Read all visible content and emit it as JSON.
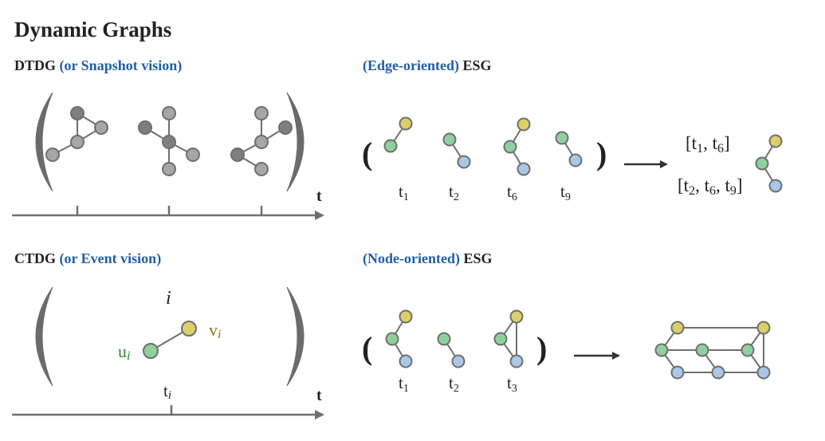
{
  "title": "Dynamic Graphs",
  "dtdg": {
    "main": "DTDG",
    "paren": "(or Snapshot vision)"
  },
  "ctdg": {
    "main": "CTDG",
    "paren": "(or Event vision)"
  },
  "esg_edge": {
    "paren": "(Edge-oriented)",
    "main": "ESG"
  },
  "esg_node": {
    "paren": "(Node-oriented)",
    "main": "ESG"
  },
  "axis_label": "t",
  "edge_times": [
    "t",
    "t",
    "t",
    "t"
  ],
  "edge_subs": [
    "1",
    "2",
    "6",
    "9"
  ],
  "node_times": [
    "t",
    "t",
    "t"
  ],
  "node_subs": [
    "1",
    "2",
    "3"
  ],
  "merged_top": {
    "open": "[t",
    "s1": "1",
    "mid": ", t",
    "s2": "6",
    "close": "]"
  },
  "merged_bottom": {
    "open": "[t",
    "s1": "2",
    "m1": ", t",
    "s2": "6",
    "m2": ", t",
    "s3": "9",
    "close": "]"
  },
  "event": {
    "i": "i",
    "u": "u",
    "v": "v",
    "sub": "i",
    "t": "t",
    "t_sub": "i"
  },
  "colors": {
    "gray_node": "#a6a6a6",
    "dark_node": "#7f7f7f",
    "green": "#8fd19e",
    "yellow": "#dccf6a",
    "blue": "#a9c7e6",
    "edge": "#6f6f6f",
    "accent_blue": "#1f5fa8"
  }
}
